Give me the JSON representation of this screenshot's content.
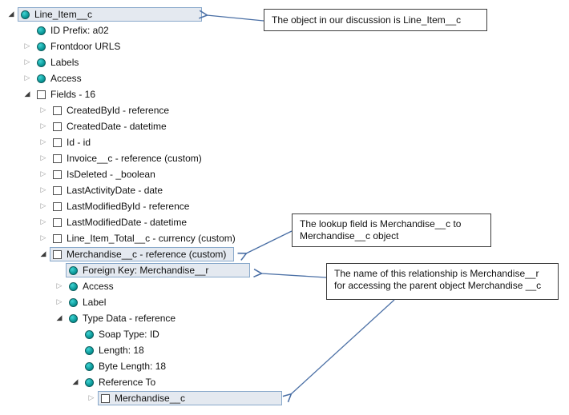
{
  "tree": {
    "rows": [
      {
        "level": 0,
        "expander": "expanded",
        "icon": "circle",
        "label": "Line_Item__c",
        "selected": true
      },
      {
        "level": 1,
        "expander": "none",
        "icon": "circle",
        "label": "ID Prefix: a02"
      },
      {
        "level": 1,
        "expander": "collapsed",
        "icon": "circle",
        "label": "Frontdoor URLS"
      },
      {
        "level": 1,
        "expander": "collapsed",
        "icon": "circle",
        "label": "Labels"
      },
      {
        "level": 1,
        "expander": "collapsed",
        "icon": "circle",
        "label": "Access"
      },
      {
        "level": 1,
        "expander": "expanded",
        "icon": "checkbox",
        "label": "Fields - 16"
      },
      {
        "level": 2,
        "expander": "collapsed",
        "icon": "checkbox",
        "label": "CreatedById - reference"
      },
      {
        "level": 2,
        "expander": "collapsed",
        "icon": "checkbox",
        "label": "CreatedDate - datetime"
      },
      {
        "level": 2,
        "expander": "collapsed",
        "icon": "checkbox",
        "label": "Id - id"
      },
      {
        "level": 2,
        "expander": "collapsed",
        "icon": "checkbox",
        "label": "Invoice__c - reference (custom)"
      },
      {
        "level": 2,
        "expander": "collapsed",
        "icon": "checkbox",
        "label": "IsDeleted - _boolean"
      },
      {
        "level": 2,
        "expander": "collapsed",
        "icon": "checkbox",
        "label": "LastActivityDate - date"
      },
      {
        "level": 2,
        "expander": "collapsed",
        "icon": "checkbox",
        "label": "LastModifiedById - reference"
      },
      {
        "level": 2,
        "expander": "collapsed",
        "icon": "checkbox",
        "label": "LastModifiedDate - datetime"
      },
      {
        "level": 2,
        "expander": "collapsed",
        "icon": "checkbox",
        "label": "Line_Item_Total__c - currency (custom)"
      },
      {
        "level": 2,
        "expander": "expanded",
        "icon": "checkbox",
        "label": "Merchandise__c - reference (custom)",
        "selected": true
      },
      {
        "level": 3,
        "expander": "none",
        "icon": "circle",
        "label": "Foreign Key: Merchandise__r",
        "selected": true
      },
      {
        "level": 3,
        "expander": "collapsed",
        "icon": "circle",
        "label": "Access"
      },
      {
        "level": 3,
        "expander": "collapsed",
        "icon": "circle",
        "label": "Label"
      },
      {
        "level": 3,
        "expander": "expanded",
        "icon": "circle",
        "label": "Type Data - reference"
      },
      {
        "level": 4,
        "expander": "none",
        "icon": "circle",
        "label": "Soap Type: ID"
      },
      {
        "level": 4,
        "expander": "none",
        "icon": "circle",
        "label": "Length: 18"
      },
      {
        "level": 4,
        "expander": "none",
        "icon": "circle",
        "label": "Byte Length: 18"
      },
      {
        "level": 4,
        "expander": "expanded",
        "icon": "circle",
        "label": "Reference To"
      },
      {
        "level": 5,
        "expander": "collapsed",
        "icon": "checkbox",
        "label": "Merchandise__c",
        "selected": true
      }
    ]
  },
  "callouts": [
    {
      "lines": [
        "The object in our discussion is Line_Item__c"
      ]
    },
    {
      "lines": [
        "The lookup field is Merchandise__c to",
        "Merchandise__c object"
      ]
    },
    {
      "lines": [
        "The name of this relationship is Merchandise__r",
        "for accessing the parent object Merchandise __c"
      ]
    }
  ],
  "colors": {
    "selection_fill": "#e4e9f0",
    "selection_border": "#89a9cb",
    "arrow": "#4a6fa5",
    "node_icon_teal": "#008a8a"
  }
}
